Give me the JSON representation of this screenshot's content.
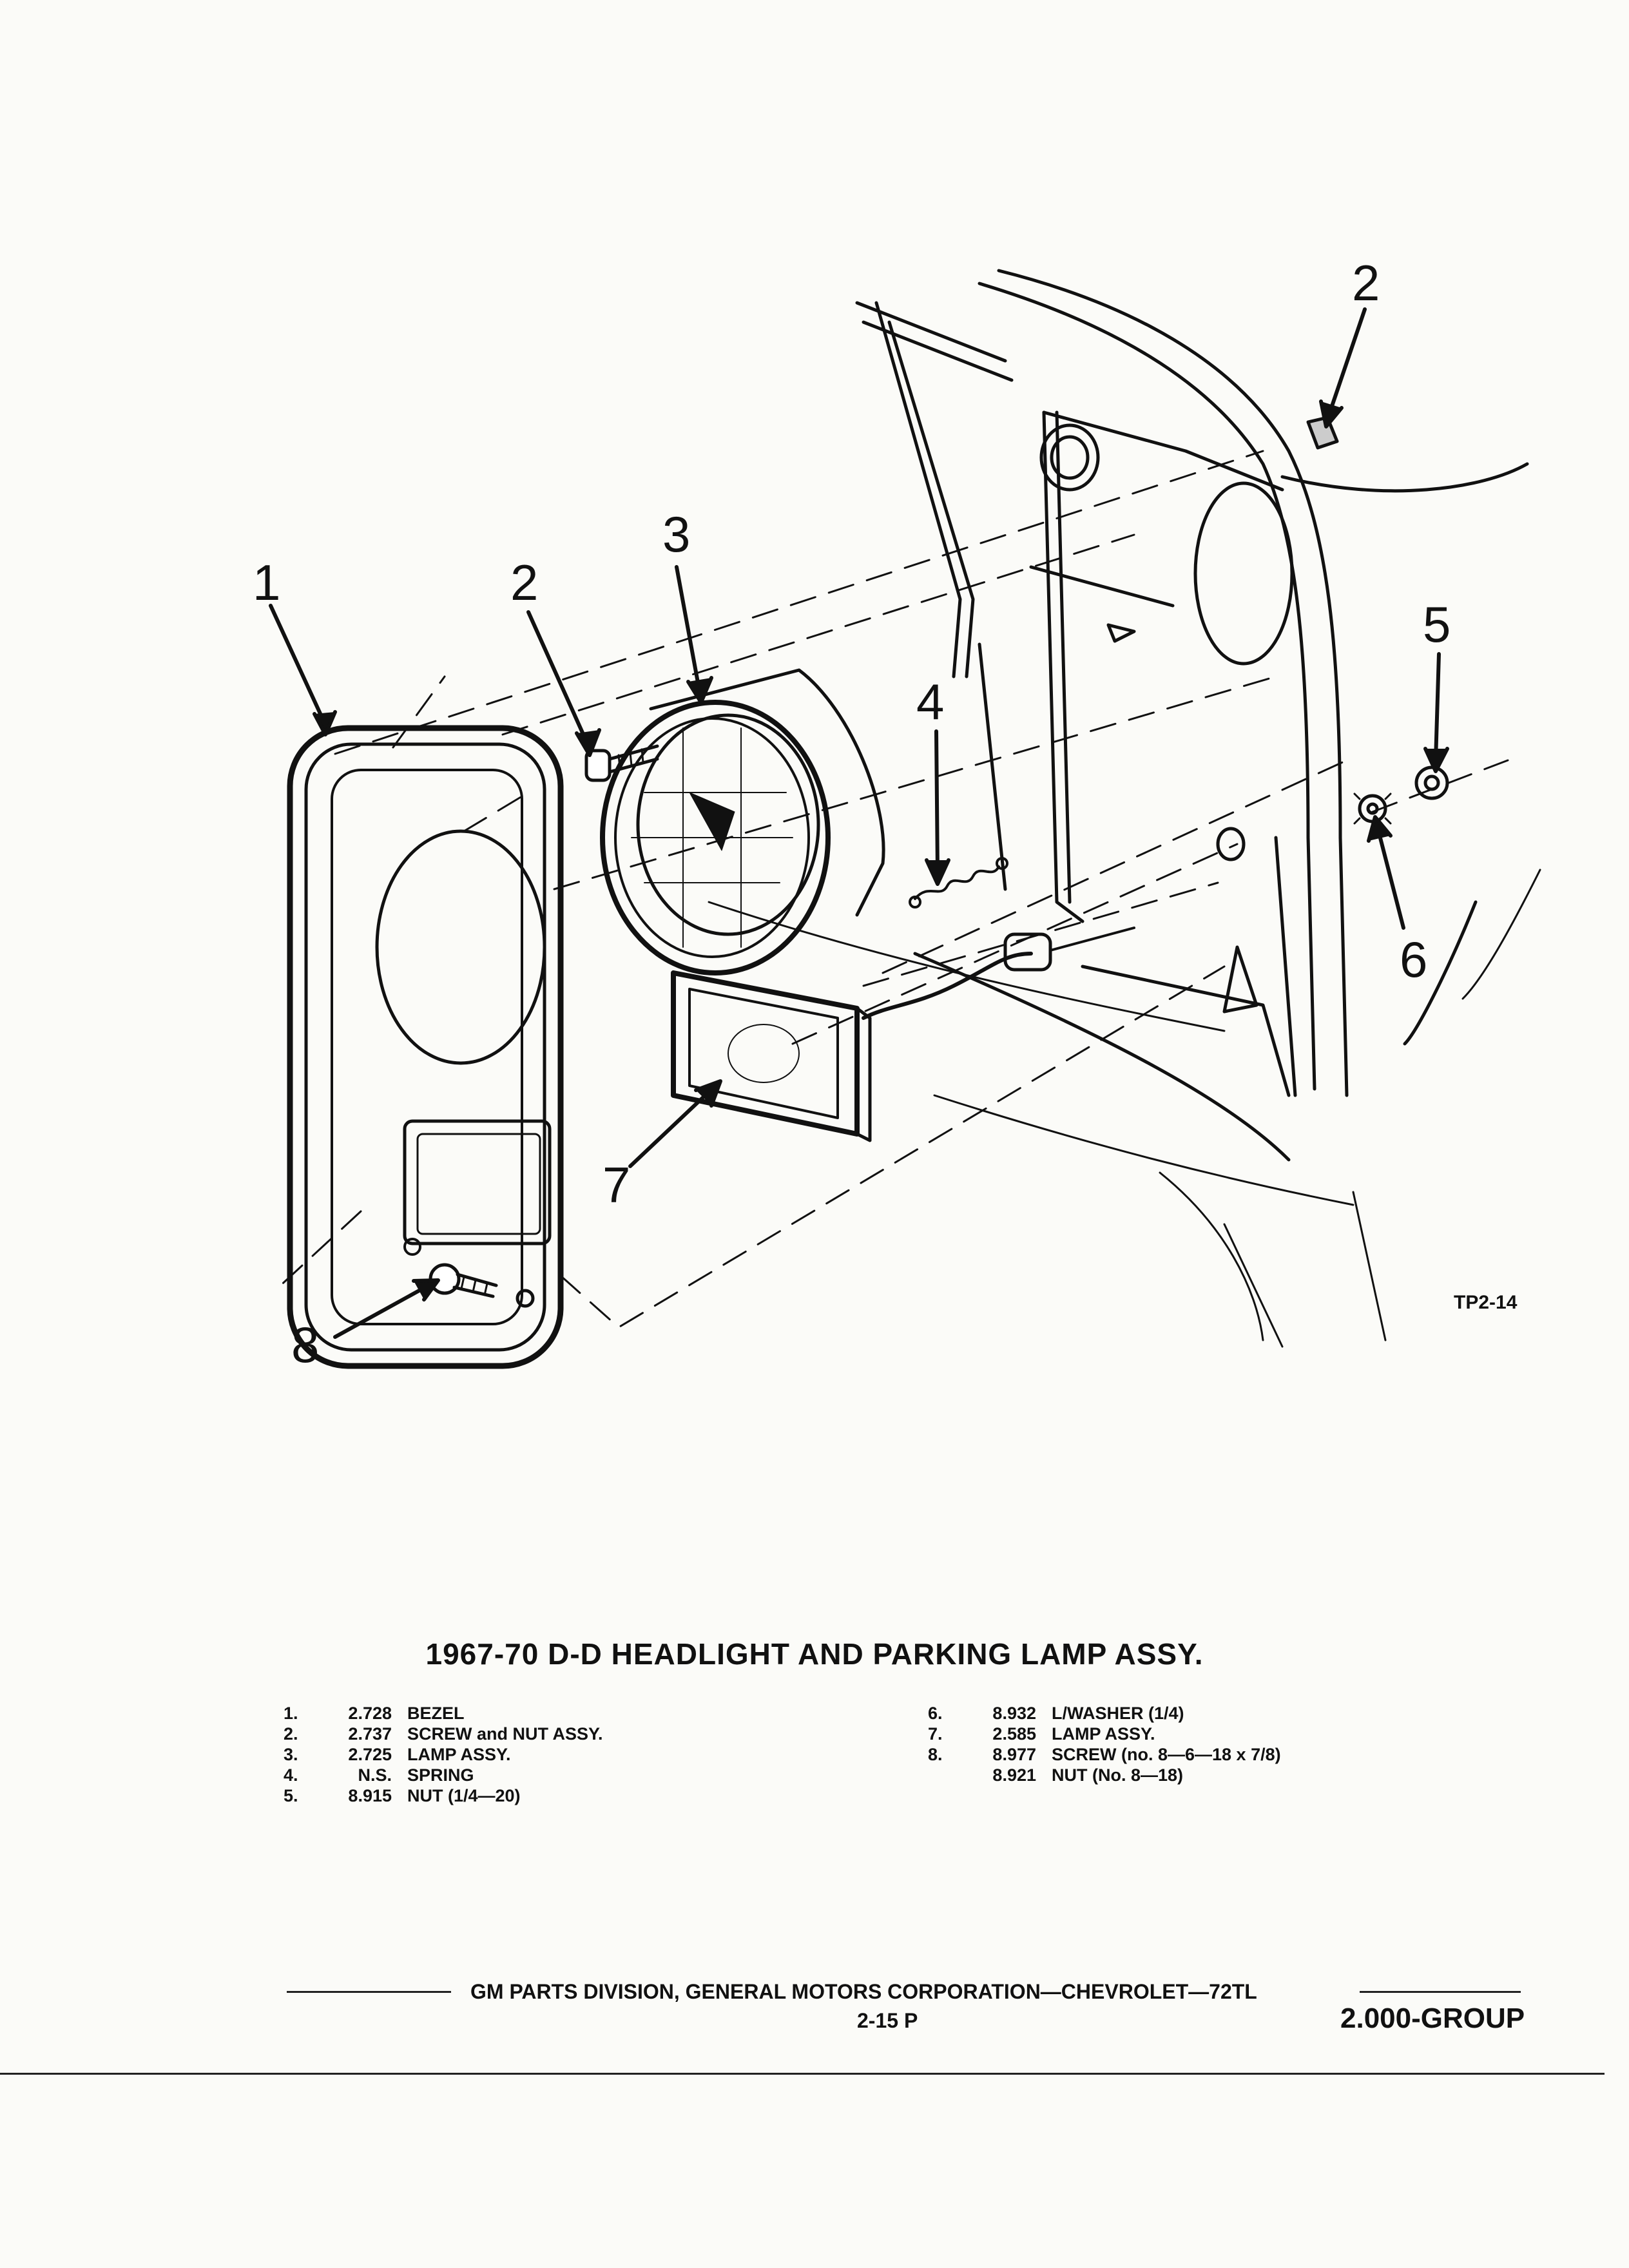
{
  "diagram": {
    "callouts": [
      {
        "id": "1",
        "label": "1"
      },
      {
        "id": "2a",
        "label": "2"
      },
      {
        "id": "2b",
        "label": "2"
      },
      {
        "id": "3",
        "label": "3"
      },
      {
        "id": "4",
        "label": "4"
      },
      {
        "id": "5",
        "label": "5"
      },
      {
        "id": "6",
        "label": "6"
      },
      {
        "id": "7",
        "label": "7"
      },
      {
        "id": "8",
        "label": "8"
      }
    ],
    "figure_code": "TP2-14"
  },
  "title": "1967-70 D-D HEADLIGHT AND PARKING LAMP ASSY.",
  "parts_left": [
    {
      "num": "1.",
      "code": "2.728",
      "desc": "BEZEL"
    },
    {
      "num": "2.",
      "code": "2.737",
      "desc": "SCREW and NUT ASSY."
    },
    {
      "num": "3.",
      "code": "2.725",
      "desc": "LAMP ASSY."
    },
    {
      "num": "4.",
      "code": "N.S.",
      "desc": "SPRING"
    },
    {
      "num": "5.",
      "code": "8.915",
      "desc": "NUT (1/4—20)"
    }
  ],
  "parts_right": [
    {
      "num": "6.",
      "code": "8.932",
      "desc": "L/WASHER (1/4)"
    },
    {
      "num": "7.",
      "code": "2.585",
      "desc": "LAMP ASSY."
    },
    {
      "num": "8.",
      "code": "8.977",
      "desc": "SCREW (no. 8—6—18 x 7/8)"
    },
    {
      "num": "",
      "code": "8.921",
      "desc": "NUT (No. 8—18)"
    }
  ],
  "footer": {
    "text": "GM PARTS DIVISION, GENERAL MOTORS CORPORATION—CHEVROLET—72TL",
    "page": "2-15 P",
    "group": "2.000-GROUP"
  }
}
